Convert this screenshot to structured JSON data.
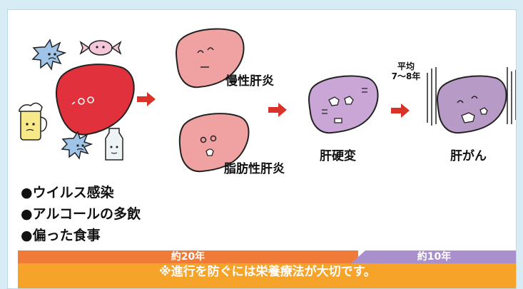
{
  "stages": {
    "chronic_hepatitis": "慢性肝炎",
    "fatty_hepatitis": "脂肪性肝炎",
    "cirrhosis": "肝硬変",
    "liver_cancer": "肝がん"
  },
  "interval": {
    "label_line1": "平均",
    "label_line2": "7〜8年"
  },
  "causes": [
    "●ウイルス感染",
    "●アルコールの多飲",
    "●偏った食事"
  ],
  "timeline": {
    "span1": "約20年",
    "span2": "約10年",
    "note": "※進行を防ぐには栄養療法が大切です。"
  },
  "colors": {
    "healthy_liver": "#e0313d",
    "inflamed_liver": "#f0a1a1",
    "cirrhosis_liver": "#c9a6d6",
    "cancer_liver": "#b79ac5",
    "arrow": "#d9322b",
    "bar_orange": "#f07a37",
    "bar_purple": "#a98fcc",
    "bar_note": "#f6a32a"
  }
}
